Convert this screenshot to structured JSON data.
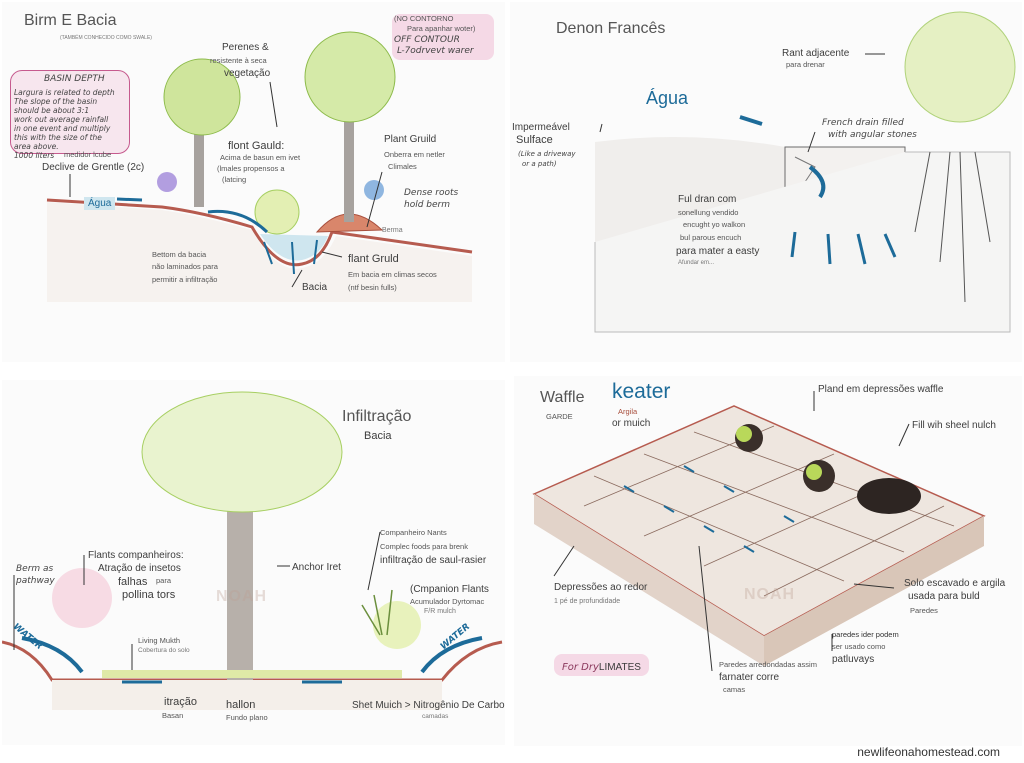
{
  "panels": {
    "berm": {
      "title": "Birm E Bacia",
      "subtitle": "(TAMBÉM CONHECIDO COMO SWALE)",
      "basin_depth_heading": "BASIN DEPTH",
      "basin_depth_lines": [
        "Largura is related to depth",
        "The slope of the basin",
        "should be about 3:1",
        "work out average rainfall",
        "in one event and multiply",
        "this with the size of the",
        "area above.",
        "1000 liters"
      ],
      "basin_depth_tail": "medidor lcube",
      "perenes": "Perenes &",
      "resistente": "resistente à seca",
      "vegetacao": "vegetação",
      "plant_guild_left": "flont Gauld:",
      "plant_guild_left_sub": [
        "Acima de basun em ivet",
        "(lmales propensos a",
        "(latcing"
      ],
      "plant_guild_right": "Plant Gruild",
      "onberra": "Onberra em netler",
      "climales": "Climales",
      "declive": "Declive de Grentle (2c)",
      "agua": "Água",
      "dense_roots": "Dense roots",
      "hold_berm": "hold berm",
      "berma": "Berma",
      "bottom_1": "Bettom da bacia",
      "bottom_2": "não laminados para",
      "bottom_3": "permitir a infiltração",
      "flant_guild": "flant Gruld",
      "em_bacia": "Em bacia em climas secos",
      "ntf": "(ntf besin fulls)",
      "bacia": "Bacia",
      "contour_1": "(NO CONTORNO",
      "contour_2": "Para apanhar woter)",
      "contour_3": "OFF CONTOUR",
      "contour_4": "L-7odrvevt warer"
    },
    "drain": {
      "title": "Denon Francês",
      "rant": "Rant adjacente",
      "para_drenar": "para drenar",
      "agua": "Água",
      "impermeavel": "Impermeável",
      "surface": "Sulface",
      "like": [
        "(Like a driveway",
        "or a path)"
      ],
      "french_drain": [
        "French drain filled",
        "with angular stones"
      ],
      "ful_dran": [
        "Ful dran com",
        "sonellung vendido",
        "encught yo walkon",
        "bul parous encuch"
      ],
      "para_mater": "para mater a easty",
      "afundar": "Afundar em..."
    },
    "infiltration": {
      "title": "Infiltração",
      "subtitle": "Bacia",
      "berm_as": "Berm as",
      "pathway": "pathway",
      "flants_comp": "Flants companheiros:",
      "atracao": "Atração de insetos",
      "falhas": "falhas",
      "para": "para",
      "pollina": "pollina tors",
      "companheiro": "Companheiro Nants",
      "complec": "Complec foods para brenk",
      "infiltracao_saul": "infiltração de saul-rasier",
      "anchor": "Anchor Iret",
      "cmpanion": "(Cmpanion Flants",
      "acumulador": "Acumulador Dyrtomac",
      "fr_mulch": "F/R mulch",
      "living": "Living Mukth",
      "cobertura": "Cobertura do solo",
      "water_left": "WATER",
      "water_right": "WATER",
      "itracao": "itração",
      "basan": "Basan",
      "hallon": "hallon",
      "fundo": "Fundo plano",
      "shet": "Shet Muich > Nitrogênio De Carbono",
      "camadas": "camadas",
      "watermark": "NOAH"
    },
    "waffle": {
      "title": "Waffle",
      "garde": "GARDE",
      "keater": "keater",
      "argila": "Argila",
      "or_muich": "or muich",
      "pland": "Pland em depressões waffle",
      "fill": "Fill wih sheel nulch",
      "depressoes": "Depressões ao redor",
      "pe": "1 pé de profundidade",
      "solo": "Solo escavado e argila",
      "usada": "usada para buld",
      "paredes_r": "Paredes",
      "paredes_ider": "paredes ider podem",
      "ser_usado": "ser usado como",
      "patluvays": "patluvays",
      "paredes_arr": "Paredes arredondadas assim",
      "farnater": "farnater corre",
      "camas": "camas",
      "for_dry": "For Dry",
      "limates": "LIMATES",
      "watermark": "NOAH"
    }
  },
  "credit": "newlifeonahomestead.com",
  "colors": {
    "water": "#1d6b99",
    "soil": "#b65b4f",
    "leaf": "#a7cf62",
    "trunk": "#9a8d82",
    "pink": "#f5d9e6"
  }
}
